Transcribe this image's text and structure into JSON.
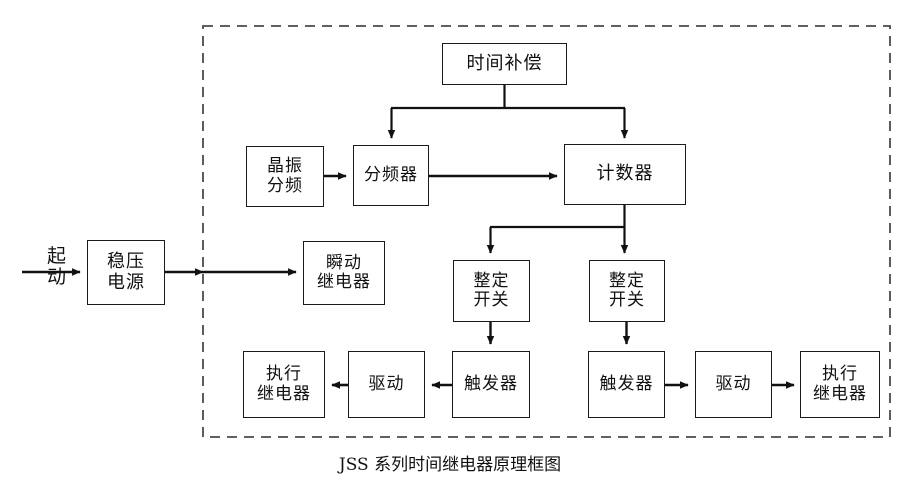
{
  "diagram": {
    "title": "JSS 系列时间继电器原理框图",
    "dashed_boundary_label": "dashed-enclosure",
    "colors": {
      "line": "#1a1a1a",
      "box_fill": "#ffffff",
      "background": "#ffffff"
    },
    "external_label": {
      "text_lines": [
        "起",
        "动"
      ]
    },
    "boxes": [
      {
        "id": "regulated-power-supply",
        "lines": [
          "稳压",
          "电源"
        ]
      },
      {
        "id": "instant-relay",
        "lines": [
          "瞬动",
          "继电器"
        ]
      },
      {
        "id": "crystal-divider",
        "lines": [
          "晶振",
          "分频"
        ]
      },
      {
        "id": "frequency-divider",
        "lines": [
          "分频器"
        ]
      },
      {
        "id": "time-compensation",
        "lines": [
          "时间补偿"
        ]
      },
      {
        "id": "counter",
        "lines": [
          "计数器"
        ]
      },
      {
        "id": "setting-switch-left",
        "lines": [
          "整定",
          "开关"
        ]
      },
      {
        "id": "setting-switch-right",
        "lines": [
          "整定",
          "开关"
        ]
      },
      {
        "id": "trigger-left",
        "lines": [
          "触发器"
        ]
      },
      {
        "id": "trigger-right",
        "lines": [
          "触发器"
        ]
      },
      {
        "id": "driver-left",
        "lines": [
          "驱动"
        ]
      },
      {
        "id": "driver-right",
        "lines": [
          "驱动"
        ]
      },
      {
        "id": "output-relay-left",
        "lines": [
          "执行",
          "继电器"
        ]
      },
      {
        "id": "output-relay-right",
        "lines": [
          "执行",
          "继电器"
        ]
      }
    ],
    "connections": [
      "起动 → 稳压电源",
      "稳压电源 → 瞬动继电器",
      "晶振分频 → 分频器",
      "分频器 → 计数器",
      "时间补偿 → 分频器",
      "时间补偿 → 计数器",
      "计数器 → 整定开关(左)",
      "计数器 → 整定开关(右)",
      "整定开关(左) → 触发器(左)",
      "整定开关(右) → 触发器(右)",
      "触发器(左) → 驱动(左)",
      "驱动(左) → 执行继电器(左)",
      "触发器(右) → 驱动(右)",
      "驱动(右) → 执行继电器(右)"
    ]
  }
}
